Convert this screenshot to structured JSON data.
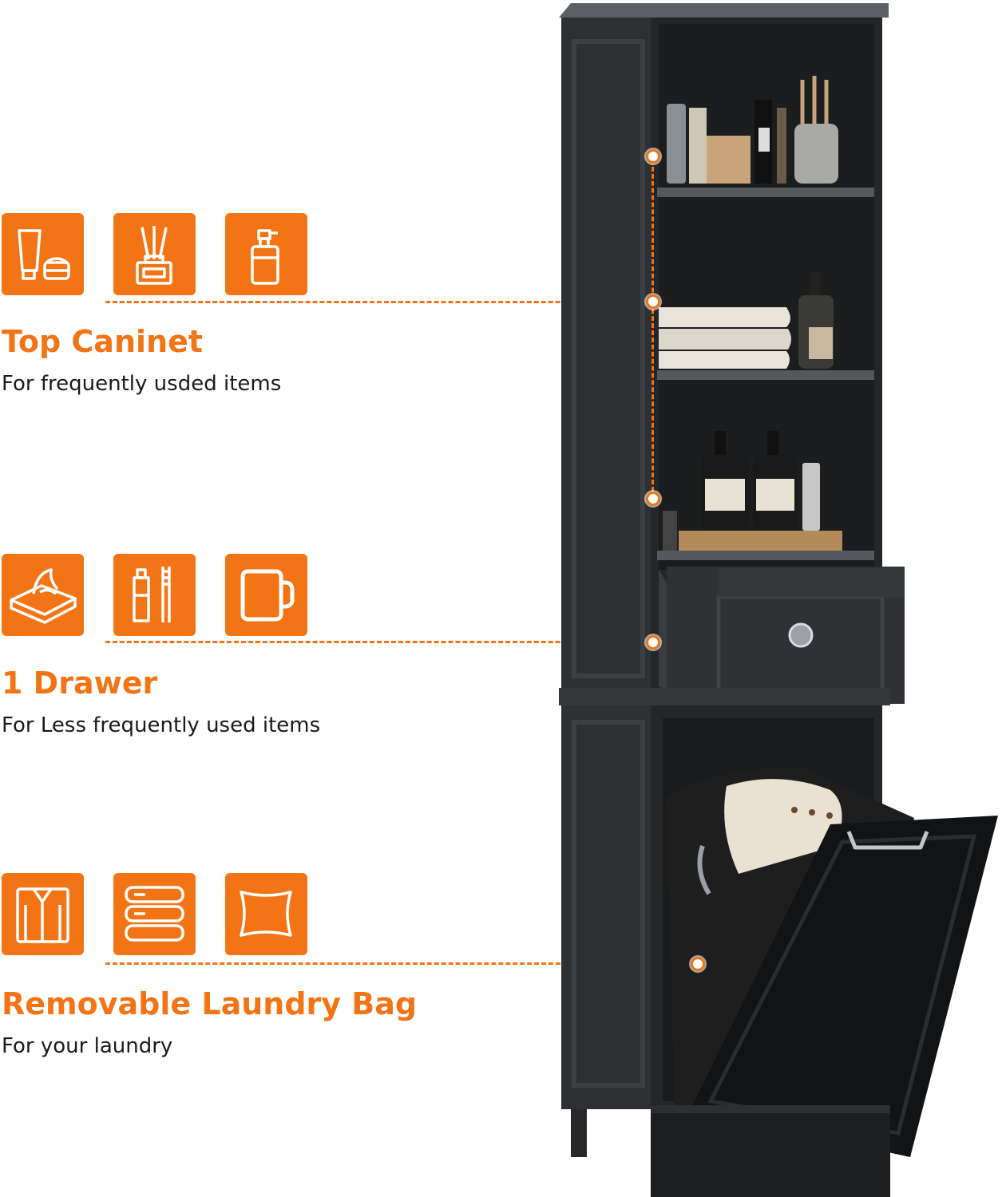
{
  "features": [
    {
      "title": "Top Caninet",
      "subtitle": "For frequently usded items",
      "icons": [
        "lotion-tube-icon",
        "reed-diffuser-icon",
        "soap-dispenser-icon"
      ]
    },
    {
      "title": "1 Drawer",
      "subtitle": "For Less frequently used items",
      "icons": [
        "wet-wipes-icon",
        "toothpaste-brush-icon",
        "mug-icon"
      ]
    },
    {
      "title": "Removable Laundry Bag",
      "subtitle": "For your laundry",
      "icons": [
        "shirt-icon",
        "folded-towels-icon",
        "pillow-icon"
      ]
    }
  ],
  "colors": {
    "accent": "#f37414",
    "cabinet": "#2e3033",
    "cabinet_dark": "#1f2022",
    "text": "#1a1a1a"
  }
}
